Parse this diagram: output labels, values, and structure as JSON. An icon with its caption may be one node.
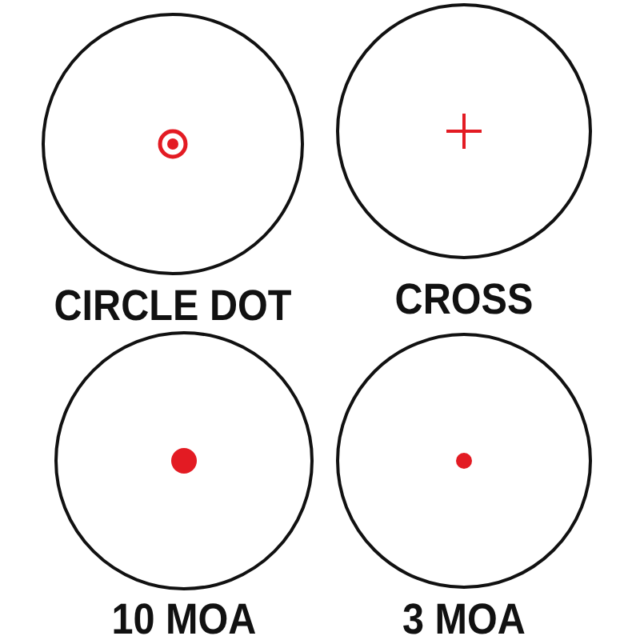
{
  "diagram": {
    "nodes": [
      {
        "text": [
          "CIRCLE DOT"
        ]
      },
      {
        "text": [
          "CROSS"
        ]
      },
      {
        "text": [
          "10 MOA"
        ]
      },
      {
        "text": [
          "3 MOA"
        ]
      }
    ]
  }
}
